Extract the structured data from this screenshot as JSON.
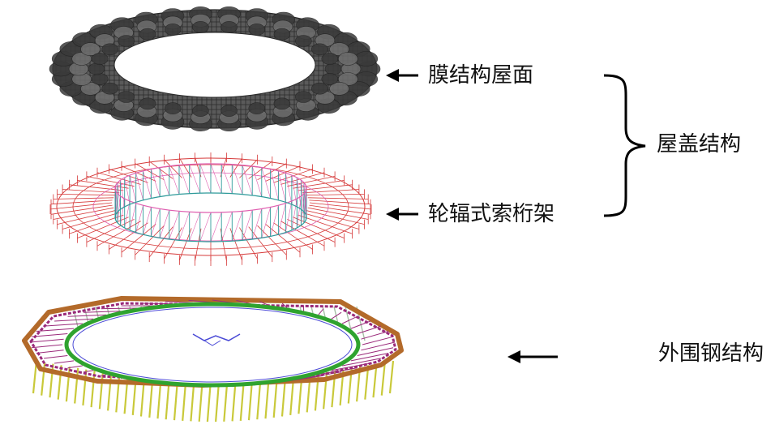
{
  "labels": {
    "membrane_roof": "膜结构屋面",
    "spoke_truss": "轮辐式索桁架",
    "roof_structure": "屋盖结构",
    "outer_steel": "外围钢结构"
  },
  "colors": {
    "membrane_dark": "#3a3a3a",
    "membrane_mid": "#6e6e6e",
    "truss_red": "#d63a3a",
    "truss_cyan": "#2e9a9a",
    "truss_pink": "#e05fb0",
    "steel_brown": "#b36a2a",
    "steel_yellow": "#c9c93a",
    "steel_green": "#2fa32f",
    "steel_magenta": "#9a2a7a",
    "steel_blue": "#4a4ad6",
    "arrow": "#000000"
  },
  "icons": {
    "arrow": "arrow-left-icon",
    "brace": "right-curly-brace-icon"
  }
}
